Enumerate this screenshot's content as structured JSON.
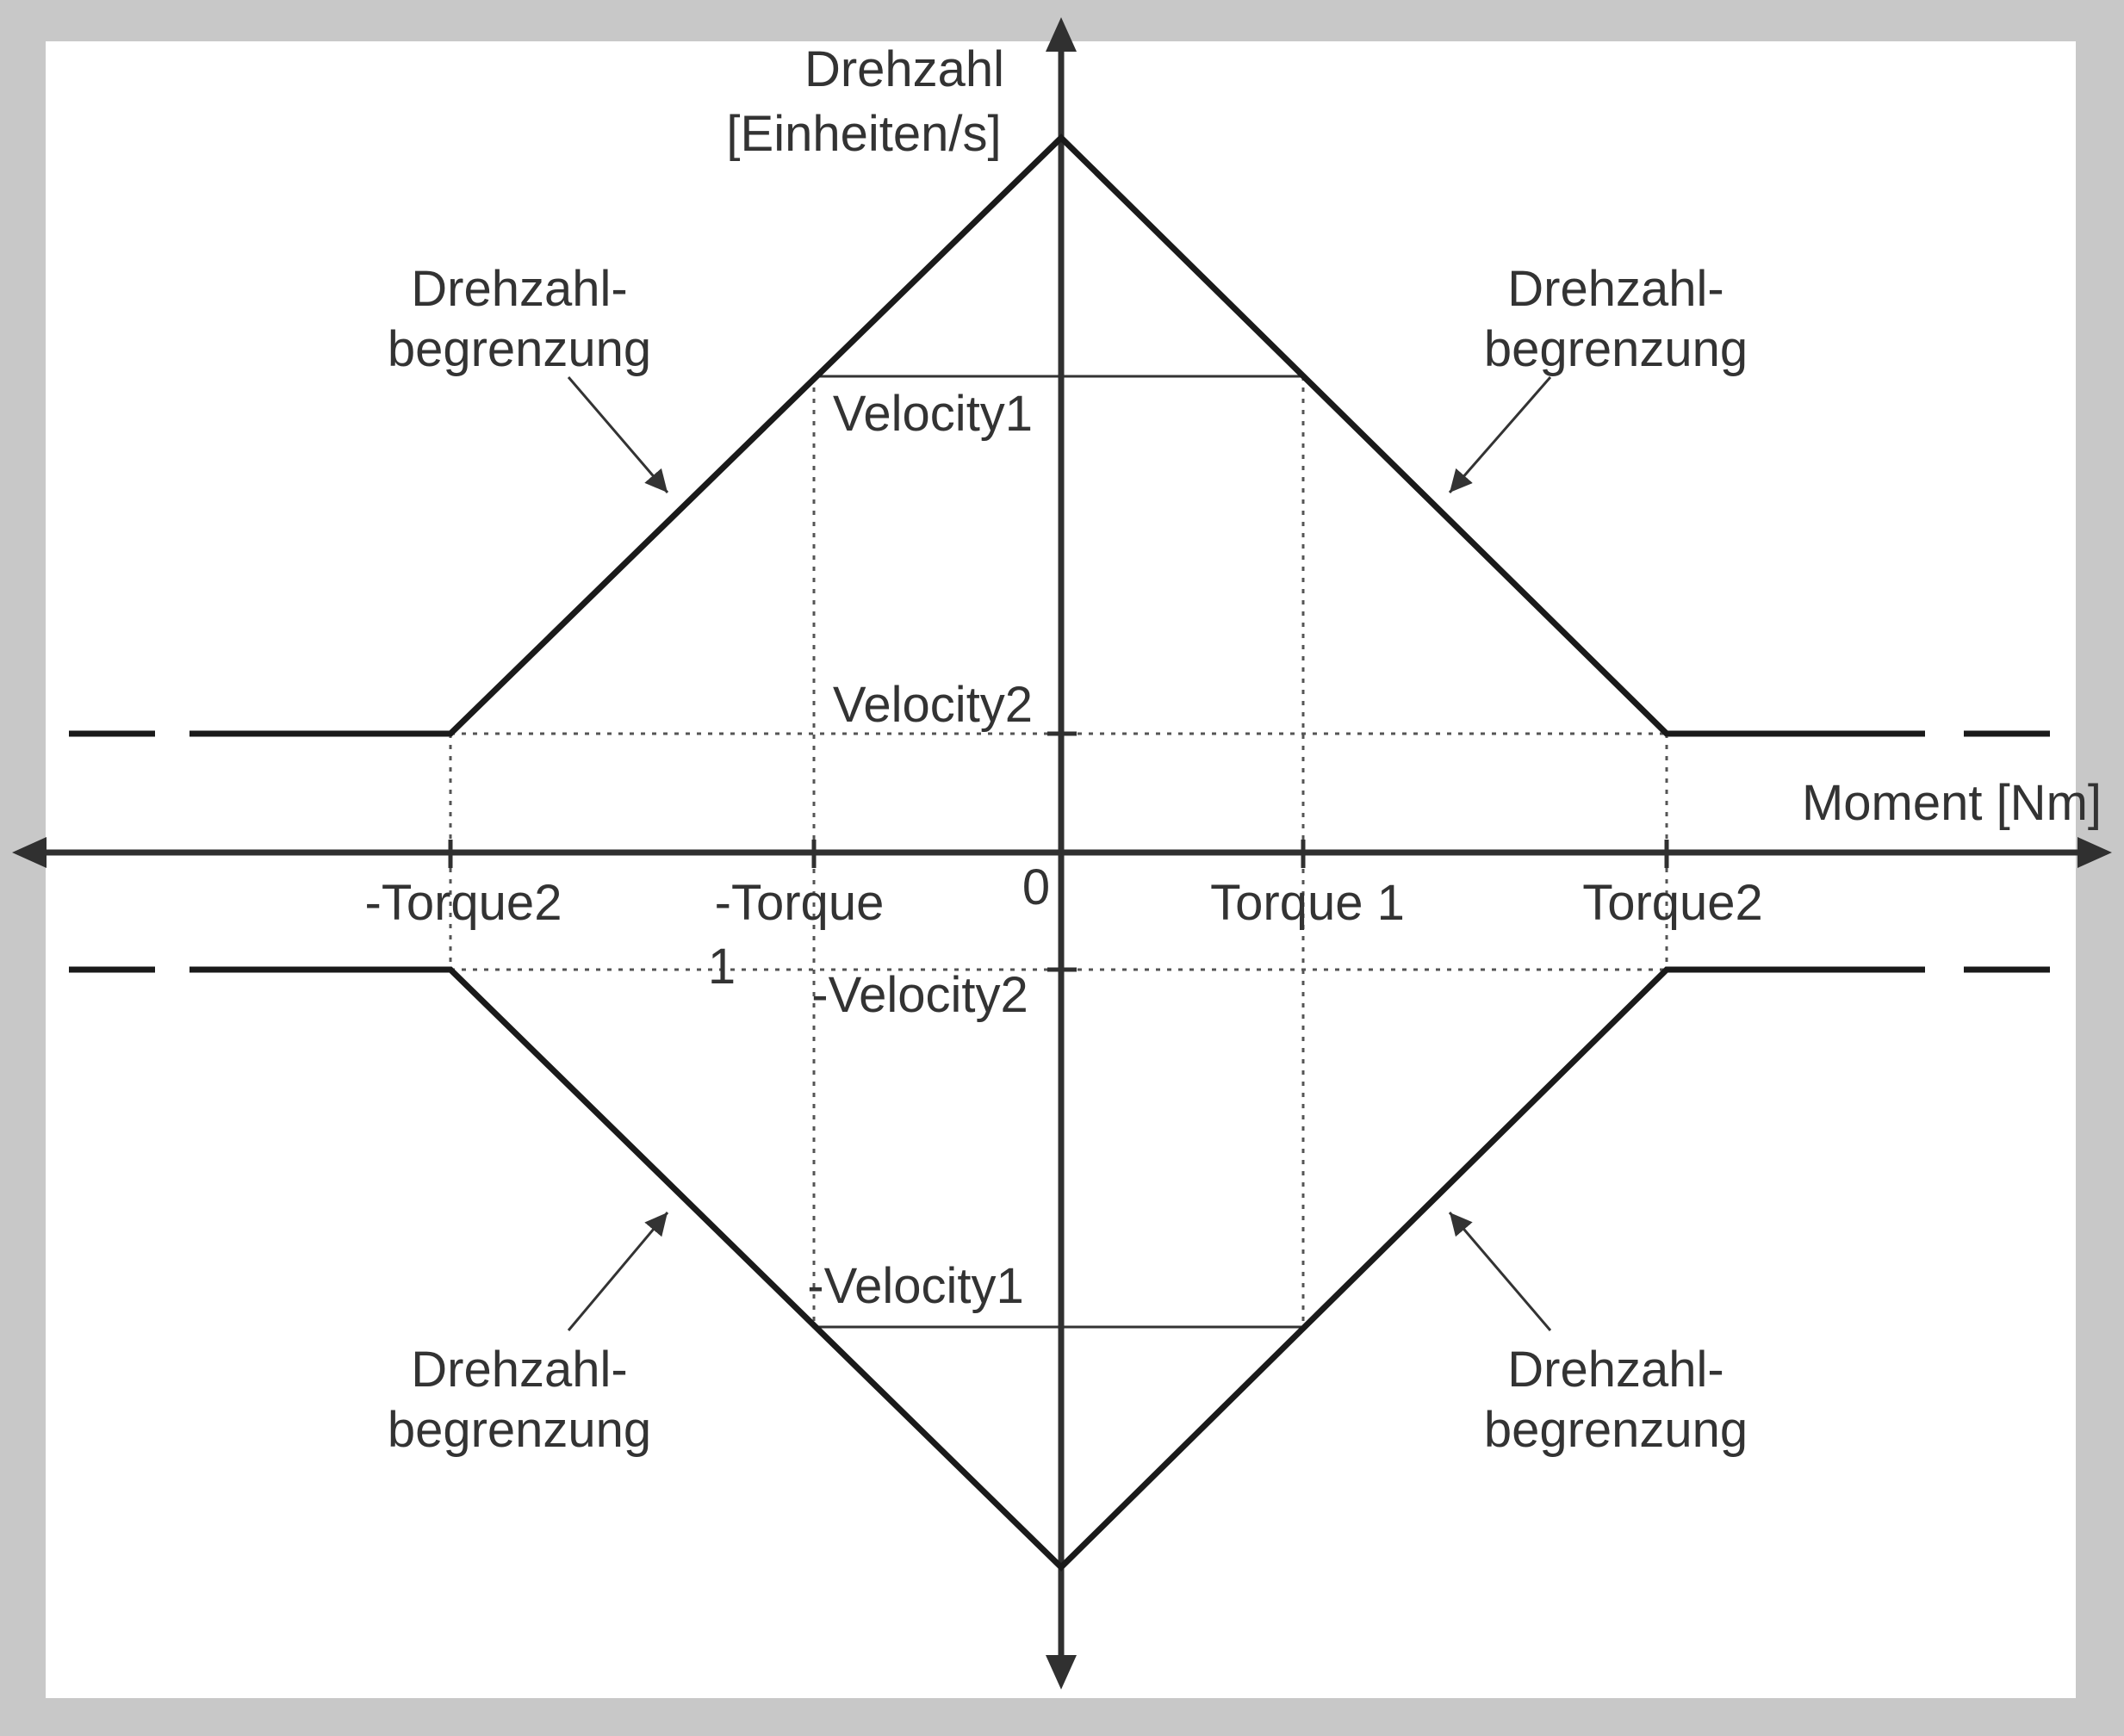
{
  "colors": {
    "frame": "#c8c8c8",
    "background": "#ffffff",
    "line": "#1a1a1a",
    "text": "#333333"
  },
  "axes": {
    "y_label_line1": "Drehzahl",
    "y_label_line2": "[Einheiten/s]",
    "x_label": "Moment [Nm]",
    "origin": "0"
  },
  "ticks": {
    "neg_torque2": "-Torque2",
    "neg_torque1_line1": "-Torque",
    "neg_torque1_line2": "1",
    "torque1": "Torque 1",
    "torque2": "Torque2"
  },
  "levels": {
    "velocity1": "Velocity1",
    "velocity2": "Velocity2",
    "neg_velocity2": "-Velocity2",
    "neg_velocity1": "-Velocity1"
  },
  "annotations": [
    {
      "line1": "Drehzahl-",
      "line2": "begrenzung"
    },
    {
      "line1": "Drehzahl-",
      "line2": "begrenzung"
    },
    {
      "line1": "Drehzahl-",
      "line2": "begrenzung"
    },
    {
      "line1": "Drehzahl-",
      "line2": "begrenzung"
    }
  ]
}
